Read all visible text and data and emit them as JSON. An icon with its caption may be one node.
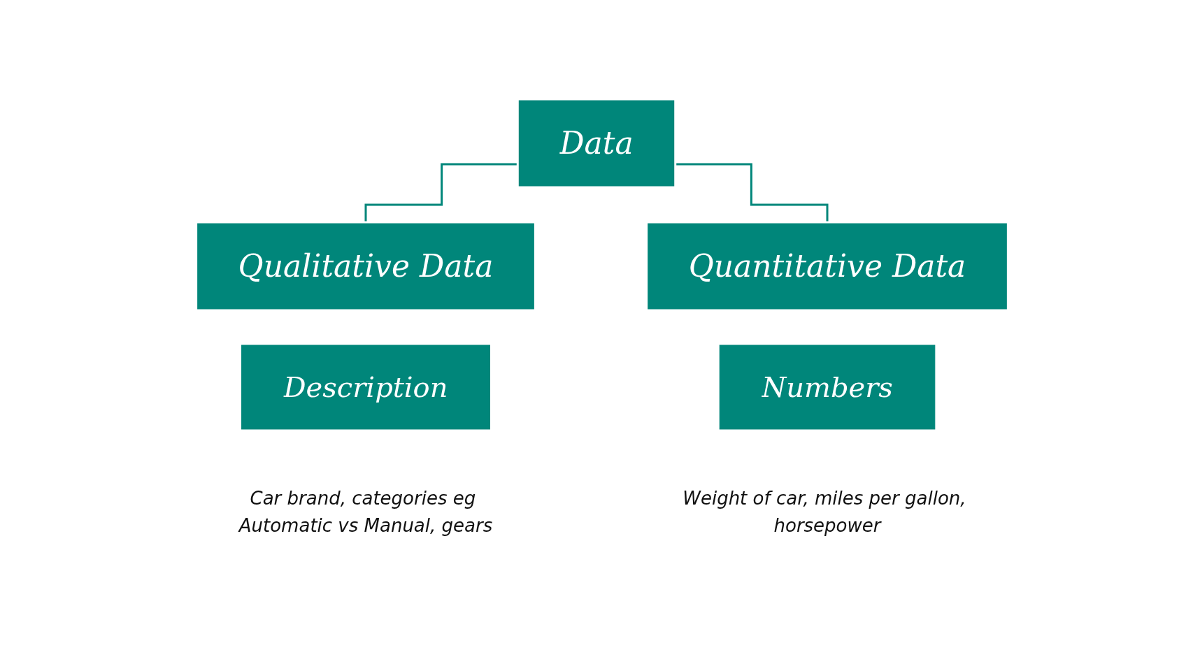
{
  "diagram": {
    "nodes": [
      {
        "text": [
          "Data"
        ]
      },
      {
        "text": [
          "Qualitative Data"
        ]
      },
      {
        "text": [
          "Quantitative Data"
        ]
      },
      {
        "text": [
          "Description"
        ],
        "beside": [
          "Car brand, categories eg Automatic vs Manual, gears"
        ]
      },
      {
        "text": [
          "Numbers"
        ],
        "beside": [
          "Weight of car, miles per gallon, horsepower"
        ]
      }
    ],
    "edges": [
      {
        "from": 0,
        "to": 1,
        "arrow": "none"
      },
      {
        "from": 0,
        "to": 2,
        "arrow": "none"
      }
    ]
  }
}
